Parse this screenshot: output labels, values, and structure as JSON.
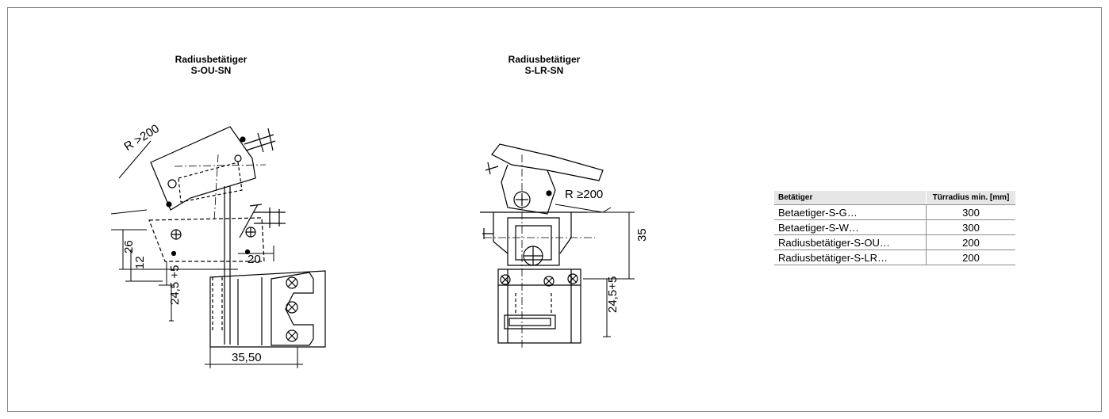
{
  "drawing_left": {
    "title_line1": "Radiusbetätiger",
    "title_line2": "S-OU-SN",
    "dim_radius": "R >200",
    "dim_26": "26",
    "dim_12": "12",
    "dim_20": "20",
    "dim_245": "24,5 +5",
    "dim_3550": "35,50"
  },
  "drawing_right": {
    "title_line1": "Radiusbetätiger",
    "title_line2": "S-LR-SN",
    "dim_radius": "R ≥200",
    "dim_35": "35",
    "dim_245": "24,5+5"
  },
  "table": {
    "header_actuator": "Betätiger",
    "header_radius": "Türradius min. [mm]",
    "rows": [
      {
        "actuator": "Betaetiger-S-G…",
        "radius": "300"
      },
      {
        "actuator": "Betaetiger-S-W…",
        "radius": "300"
      },
      {
        "actuator": "Radiusbetätiger-S-OU…",
        "radius": "200"
      },
      {
        "actuator": "Radiusbetätiger-S-LR…",
        "radius": "200"
      }
    ]
  }
}
